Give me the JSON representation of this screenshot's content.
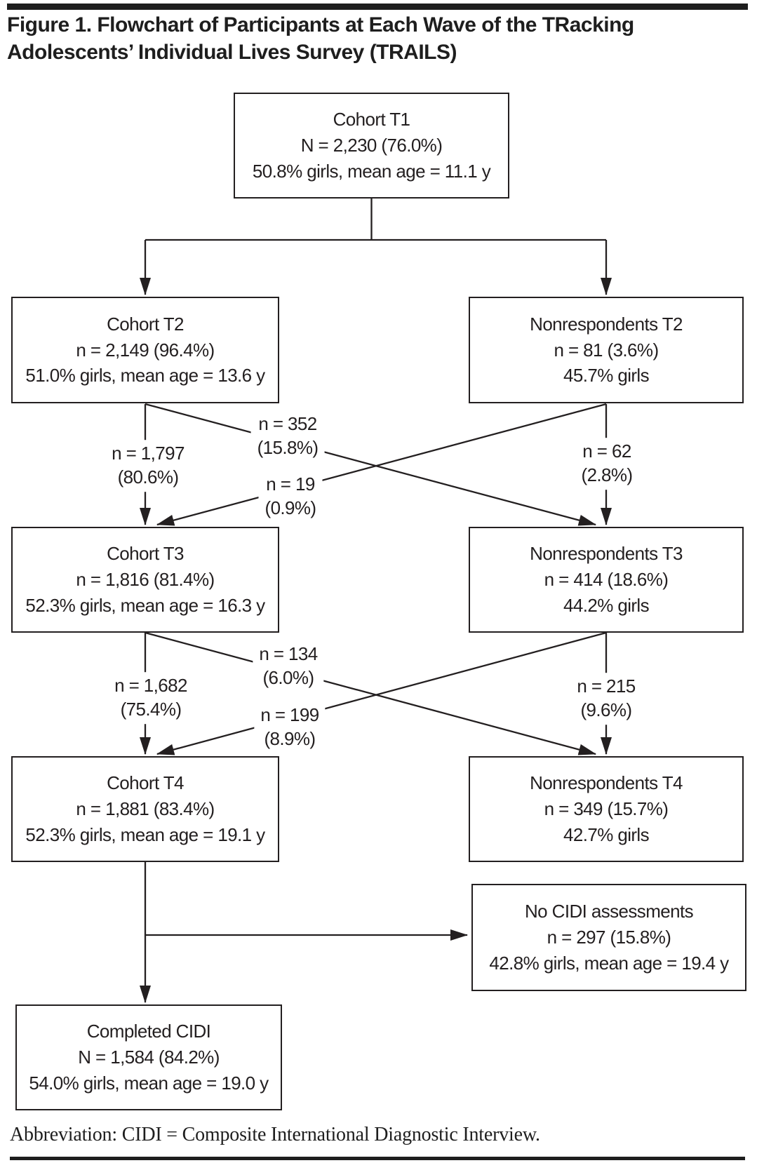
{
  "title": {
    "line1": "Figure 1. Flowchart of Participants at Each Wave of the TRacking",
    "line2": "Adolescents’ Individual Lives Survey (TRAILS)"
  },
  "footnote": "Abbreviation: CIDI = Composite International Diagnostic Interview.",
  "colors": {
    "ink": "#231f20",
    "background": "#ffffff"
  },
  "nodes": {
    "cohort_t1": {
      "line1": "Cohort T1",
      "line2": "N = 2,230 (76.0%)",
      "line3": "50.8% girls, mean age = 11.1 y"
    },
    "cohort_t2": {
      "line1": "Cohort T2",
      "line2": "n = 2,149 (96.4%)",
      "line3": "51.0% girls, mean age = 13.6 y"
    },
    "nonrespondents_t2": {
      "line1": "Nonrespondents T2",
      "line2": "n = 81 (3.6%)",
      "line3": "45.7% girls"
    },
    "cohort_t3": {
      "line1": "Cohort T3",
      "line2": "n = 1,816 (81.4%)",
      "line3": "52.3% girls, mean age = 16.3 y"
    },
    "nonrespondents_t3": {
      "line1": "Nonrespondents T3",
      "line2": "n = 414 (18.6%)",
      "line3": "44.2% girls"
    },
    "cohort_t4": {
      "line1": "Cohort T4",
      "line2": "n = 1,881 (83.4%)",
      "line3": "52.3% girls, mean age = 19.1 y"
    },
    "nonrespondents_t4": {
      "line1": "Nonrespondents T4",
      "line2": "n = 349 (15.7%)",
      "line3": "42.7% girls"
    },
    "no_cidi": {
      "line1": "No CIDI assessments",
      "line2": "n = 297 (15.8%)",
      "line3": "42.8% girls, mean age = 19.4 y"
    },
    "completed_cidi": {
      "line1": "Completed CIDI",
      "line2": "N = 1,584 (84.2%)",
      "line3": "54.0% girls, mean age = 19.0 y"
    }
  },
  "edge_labels": {
    "t2_cohort_continue": {
      "line1": "n = 1,797",
      "line2": "(80.6%)"
    },
    "t2_cohort_dropout": {
      "line1": "n = 352",
      "line2": "(15.8%)"
    },
    "t2_nonresp_return": {
      "line1": "n = 19",
      "line2": "(0.9%)"
    },
    "t2_nonresp_continue": {
      "line1": "n = 62",
      "line2": "(2.8%)"
    },
    "t3_cohort_continue": {
      "line1": "n = 1,682",
      "line2": "(75.4%)"
    },
    "t3_cohort_dropout": {
      "line1": "n = 134",
      "line2": "(6.0%)"
    },
    "t3_nonresp_return": {
      "line1": "n = 199",
      "line2": "(8.9%)"
    },
    "t3_nonresp_continue": {
      "line1": "n = 215",
      "line2": "(9.6%)"
    }
  }
}
